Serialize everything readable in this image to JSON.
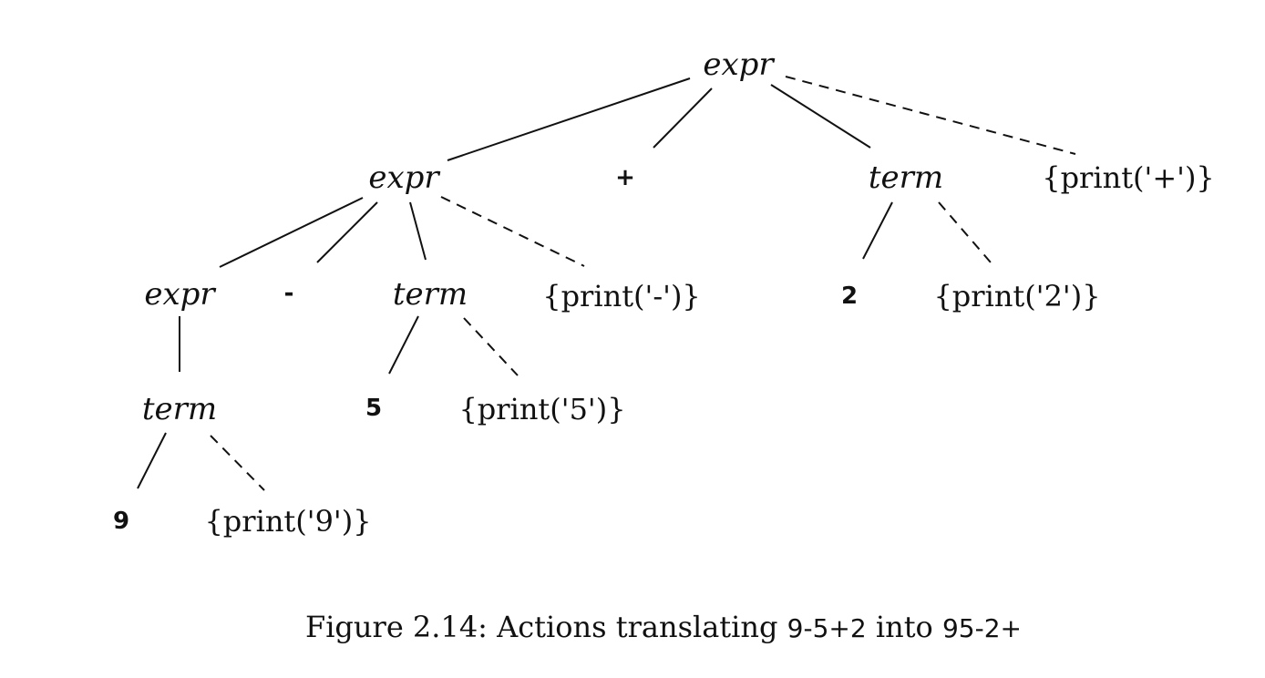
{
  "nodes": {
    "root_expr": "expr",
    "expr_l1": "expr",
    "plus": "+",
    "term_r1": "term",
    "action_plus": "{print('+')}",
    "expr_l2": "expr",
    "minus": "-",
    "term_m2": "term",
    "action_minus": "{print('-')}",
    "num_2": "2",
    "action_2": "{print('2')}",
    "term_l3": "term",
    "num_5": "5",
    "action_5": "{print('5')}",
    "num_9": "9",
    "action_9": "{print('9')}"
  },
  "caption": {
    "prefix": "Figure 2.14: Actions translating ",
    "input": "9-5+2",
    "middle": " into ",
    "output": "95-2+"
  }
}
